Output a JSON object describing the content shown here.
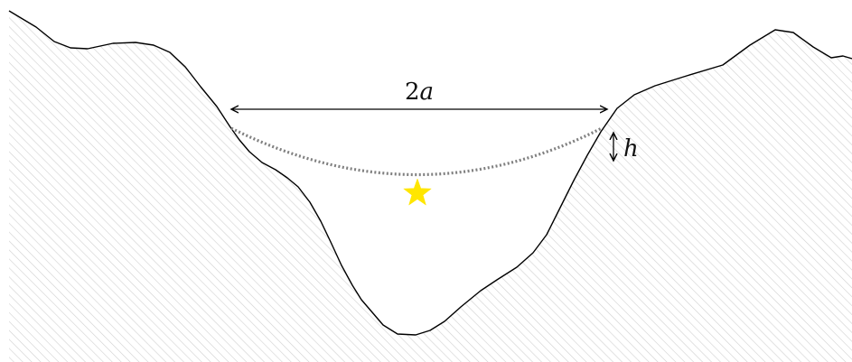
{
  "labels": {
    "width_label_coefficient": "2",
    "width_label_variable": "a",
    "depth_label": "h"
  },
  "colors": {
    "terrain_outline": "#000000",
    "terrain_hatch": "#d0d0d0",
    "arc": "#808080",
    "star": "#ffe600",
    "arrow": "#000000"
  },
  "icons": {
    "marker": "star-icon"
  }
}
